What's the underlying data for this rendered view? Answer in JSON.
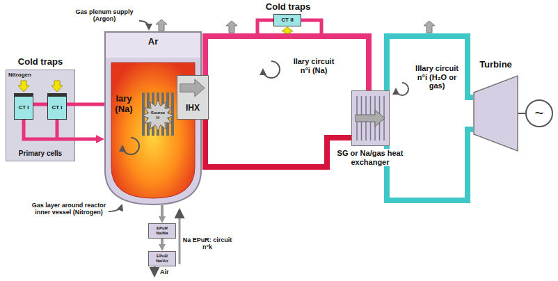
{
  "diagram": {
    "nodes": [
      {
        "text": [
          "Cold traps",
          "Primary cells"
        ]
      },
      {
        "text": [
          "CT I"
        ],
        "in": 0
      },
      {
        "text": [
          "CT I"
        ],
        "in": 0
      },
      {
        "text": [
          "Ar",
          "Iary (Na)"
        ]
      },
      {
        "text": [
          "Source H"
        ],
        "in": 3
      },
      {
        "text": [
          "IHX"
        ],
        "in": 3
      },
      {
        "text": [
          "Cold traps",
          "CT II"
        ]
      },
      {
        "text": [
          "SG or Na/gas heat exchanger"
        ]
      },
      {
        "text": [
          "Turbine"
        ]
      },
      {
        "text": [
          "~"
        ]
      },
      {
        "text": [
          "EPuR Na/Na"
        ]
      },
      {
        "text": [
          "EPuR Na/Air"
        ]
      }
    ],
    "edges": [
      {
        "from": 3,
        "to": 0,
        "arrow": "none"
      },
      {
        "from": 0,
        "to": 3,
        "arrow": "to"
      },
      {
        "from": 5,
        "to": 7,
        "arrow": "none"
      },
      {
        "from": 7,
        "to": 5,
        "arrow": "none"
      },
      {
        "from": 7,
        "to": 8,
        "arrow": "none"
      },
      {
        "from": 8,
        "to": 7,
        "arrow": "none"
      },
      {
        "from": 8,
        "to": 9,
        "arrow": "none"
      },
      {
        "from": 3,
        "to": 10,
        "arrow": "to"
      },
      {
        "from": 10,
        "to": 11,
        "arrow": "to"
      },
      {
        "from": 5,
        "to": 6,
        "arrow": "none"
      },
      {
        "from": 6,
        "to": 7,
        "arrow": "none"
      }
    ],
    "labels": [
      "Gas plenum supply (Argon)",
      "Nitrogen",
      "IIary circuit n°i (Na)",
      "IIIary circuit n°i (H₂O or gas)",
      "Gas layer around reactor inner vessel (Nitrogen)",
      "Na EPuR: circuit n°k",
      "Air"
    ]
  }
}
